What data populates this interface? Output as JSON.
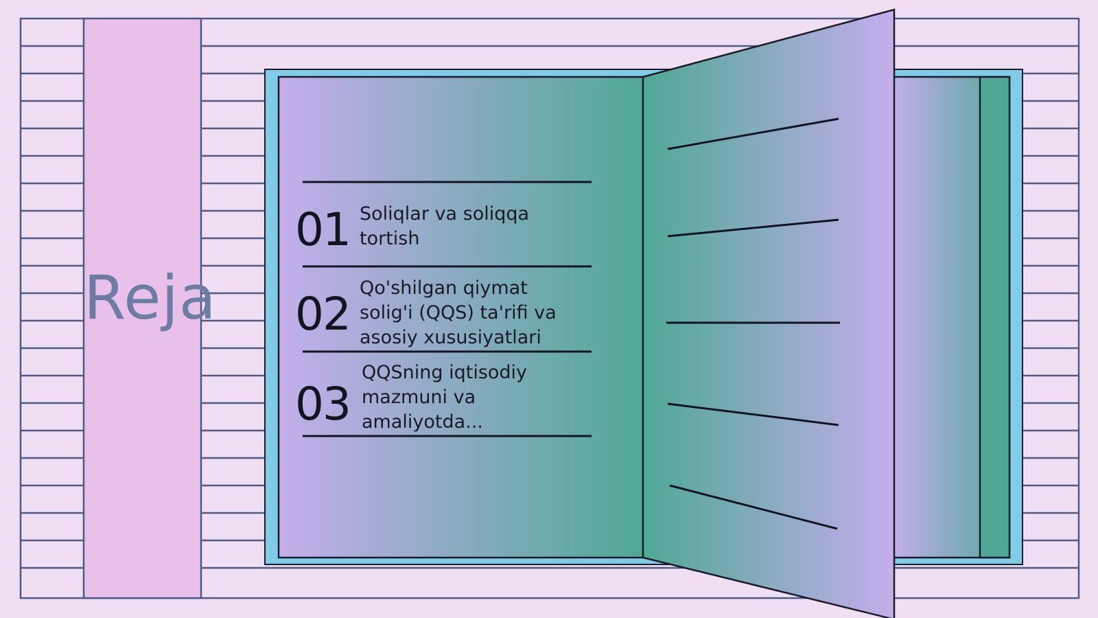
{
  "slide": {
    "title": "Reja",
    "items": [
      {
        "number": "01",
        "text": "Soliqlar va soliqqa tortish"
      },
      {
        "number": "02",
        "text": "Qo'shilgan qiymat solig'i (QQS) ta'rifi va asosiy xususiyatlari"
      },
      {
        "number": "03",
        "text": "QQSning iqtisodiy mazmuni va amaliyotda..."
      }
    ]
  },
  "colors": {
    "background": "#f0dff3",
    "grid_line": "#4d5a87",
    "bookmark": "#e8c0ea",
    "book_frame": "#7fcbe8",
    "gradient_lavender": "#c4aeec",
    "gradient_green": "#4fa895",
    "ink": "#141421"
  }
}
